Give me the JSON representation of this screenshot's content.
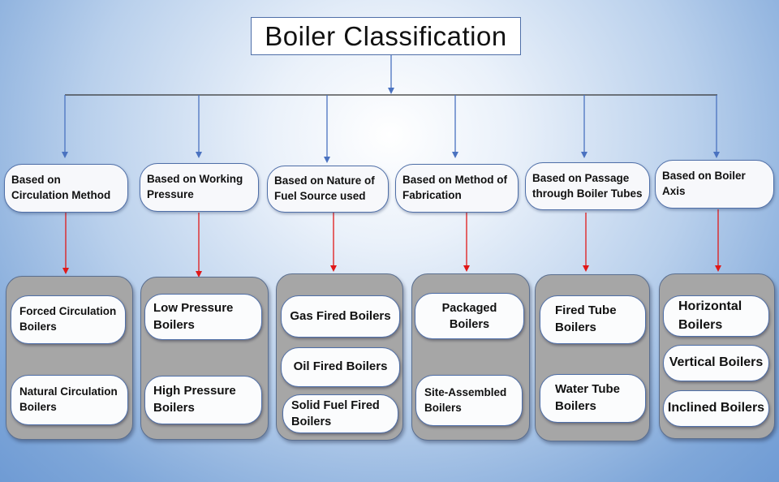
{
  "title": "Boiler Classification",
  "categories": [
    {
      "label": "Based on Circulation Method",
      "items": [
        "Forced Circulation Boilers",
        "Natural  Circulation Boilers"
      ]
    },
    {
      "label": "Based on Working Pressure",
      "items": [
        "Low Pressure Boilers",
        "High Pressure Boilers"
      ]
    },
    {
      "label": "Based on Nature of Fuel Source used",
      "items": [
        "Gas Fired Boilers",
        "Oil Fired Boilers",
        "Solid Fuel Fired Boilers"
      ]
    },
    {
      "label": "Based on Method of Fabrication",
      "items": [
        "Packaged Boilers",
        "Site-Assembled Boilers"
      ]
    },
    {
      "label": "Based on Passage through Boiler Tubes",
      "items": [
        "Fired Tube Boilers",
        "Water Tube Boilers"
      ]
    },
    {
      "label": "Based on Boiler Axis",
      "items": [
        "Horizontal Boilers",
        "Vertical Boilers",
        "Inclined Boilers"
      ]
    }
  ],
  "colors": {
    "connector_blue": "#4a72c0",
    "connector_red": "#e01818",
    "group_fill": "#a6a6a6",
    "box_fill": "#ffffff"
  }
}
